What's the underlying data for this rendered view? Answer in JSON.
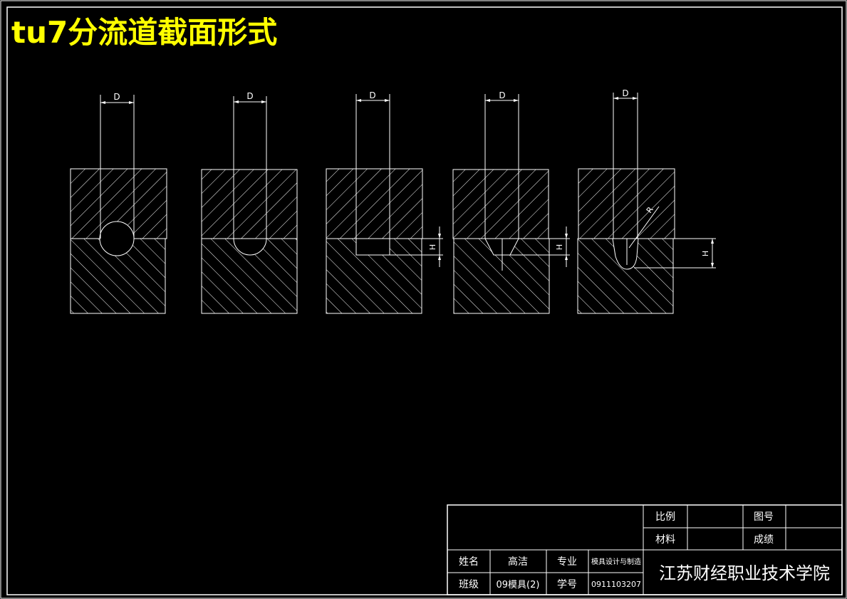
{
  "title": "tu7分流道截面形式",
  "dimension_labels": {
    "d1": "D",
    "d2": "D",
    "d3": "D",
    "d4": "D",
    "d5": "D",
    "h3": "H",
    "h4": "H",
    "h5": "H",
    "r5": "R"
  },
  "title_block": {
    "scale_label": "比例",
    "scale_value": "",
    "drawing_no_label": "图号",
    "drawing_no_value": "",
    "material_label": "材料",
    "material_value": "",
    "grade_label": "成绩",
    "grade_value": "",
    "name_label": "姓名",
    "name_value": "高洁",
    "major_label": "专业",
    "major_value": "模具设计与制造",
    "class_label": "班级",
    "class_value": "09模具(2)",
    "student_no_label": "学号",
    "student_no_value": "0911103207",
    "school": "江苏财经职业技术学院"
  },
  "colors": {
    "background": "#000000",
    "lines": "#ffffff",
    "title": "#ffff00"
  }
}
